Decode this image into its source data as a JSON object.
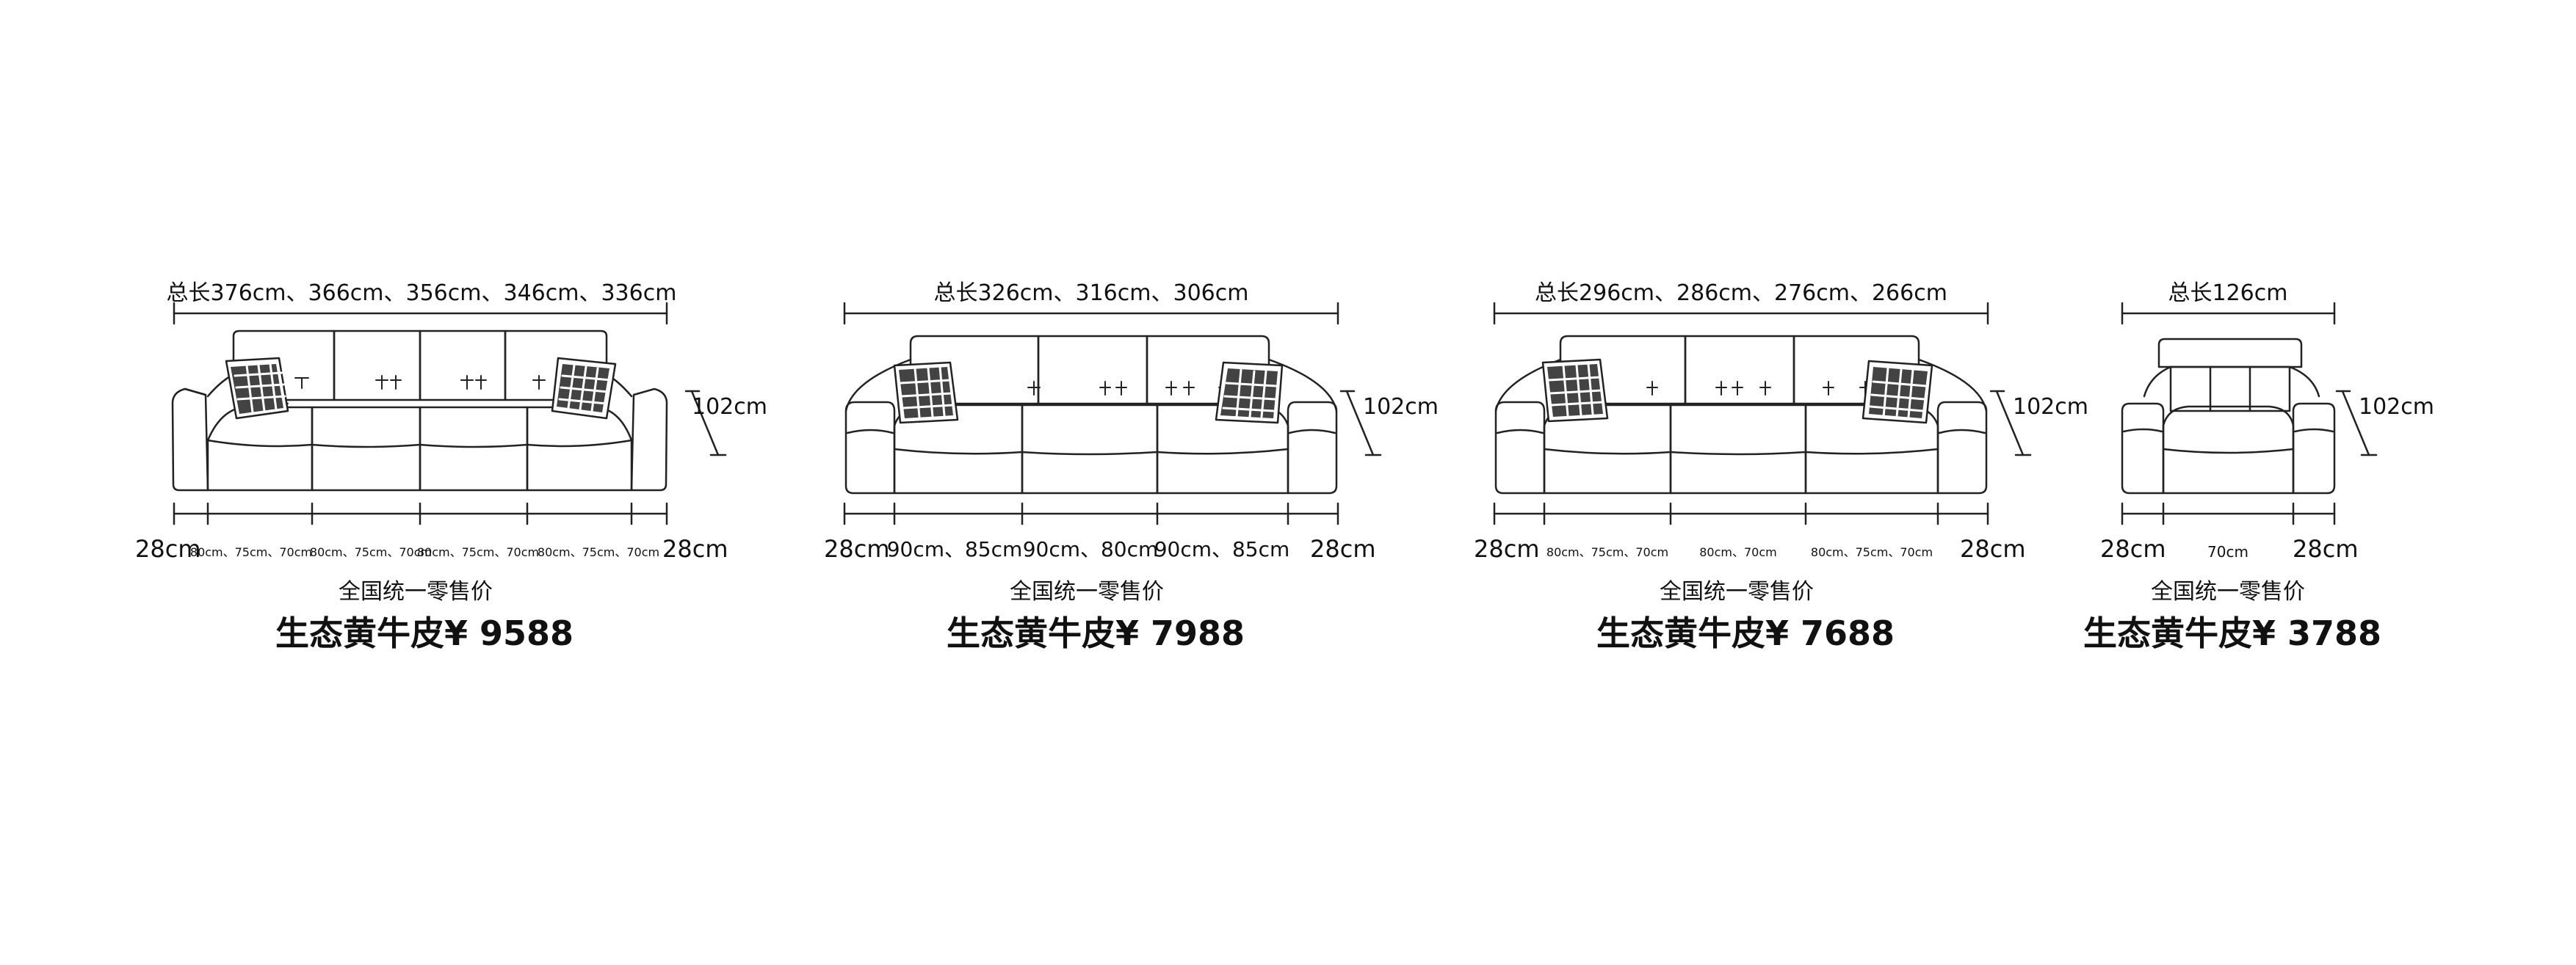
{
  "products": [
    {
      "total_length": "总长376cm、366cm、356cm、346cm、336cm",
      "height": "102cm",
      "arm_left": "28cm",
      "arm_right": "28cm",
      "segments": [
        "80cm、75cm、70cm",
        "80cm、75cm、70cm",
        "80cm、75cm、70cm",
        "80cm、75cm、70cm"
      ],
      "note": "全国统一零售价",
      "price": "生态黄牛皮¥ 9588"
    },
    {
      "total_length": "总长326cm、316cm、306cm",
      "height": "102cm",
      "arm_left": "28cm",
      "arm_right": "28cm",
      "segments": [
        "90cm、85cm",
        "90cm、80cm",
        "90cm、85cm"
      ],
      "note": "全国统一零售价",
      "price": "生态黄牛皮¥ 7988"
    },
    {
      "total_length": "总长296cm、286cm、276cm、266cm",
      "height": "102cm",
      "arm_left": "28cm",
      "arm_right": "28cm",
      "segments": [
        "80cm、75cm、70cm",
        "80cm、70cm",
        "80cm、75cm、70cm"
      ],
      "note": "全国统一零售价",
      "price": "生态黄牛皮¥ 7688"
    },
    {
      "total_length": "总长126cm",
      "height": "102cm",
      "arm_left": "28cm",
      "arm_right": "28cm",
      "segments": [
        "70cm"
      ],
      "note": "全国统一零售价",
      "price": "生态黄牛皮¥ 3788"
    }
  ]
}
